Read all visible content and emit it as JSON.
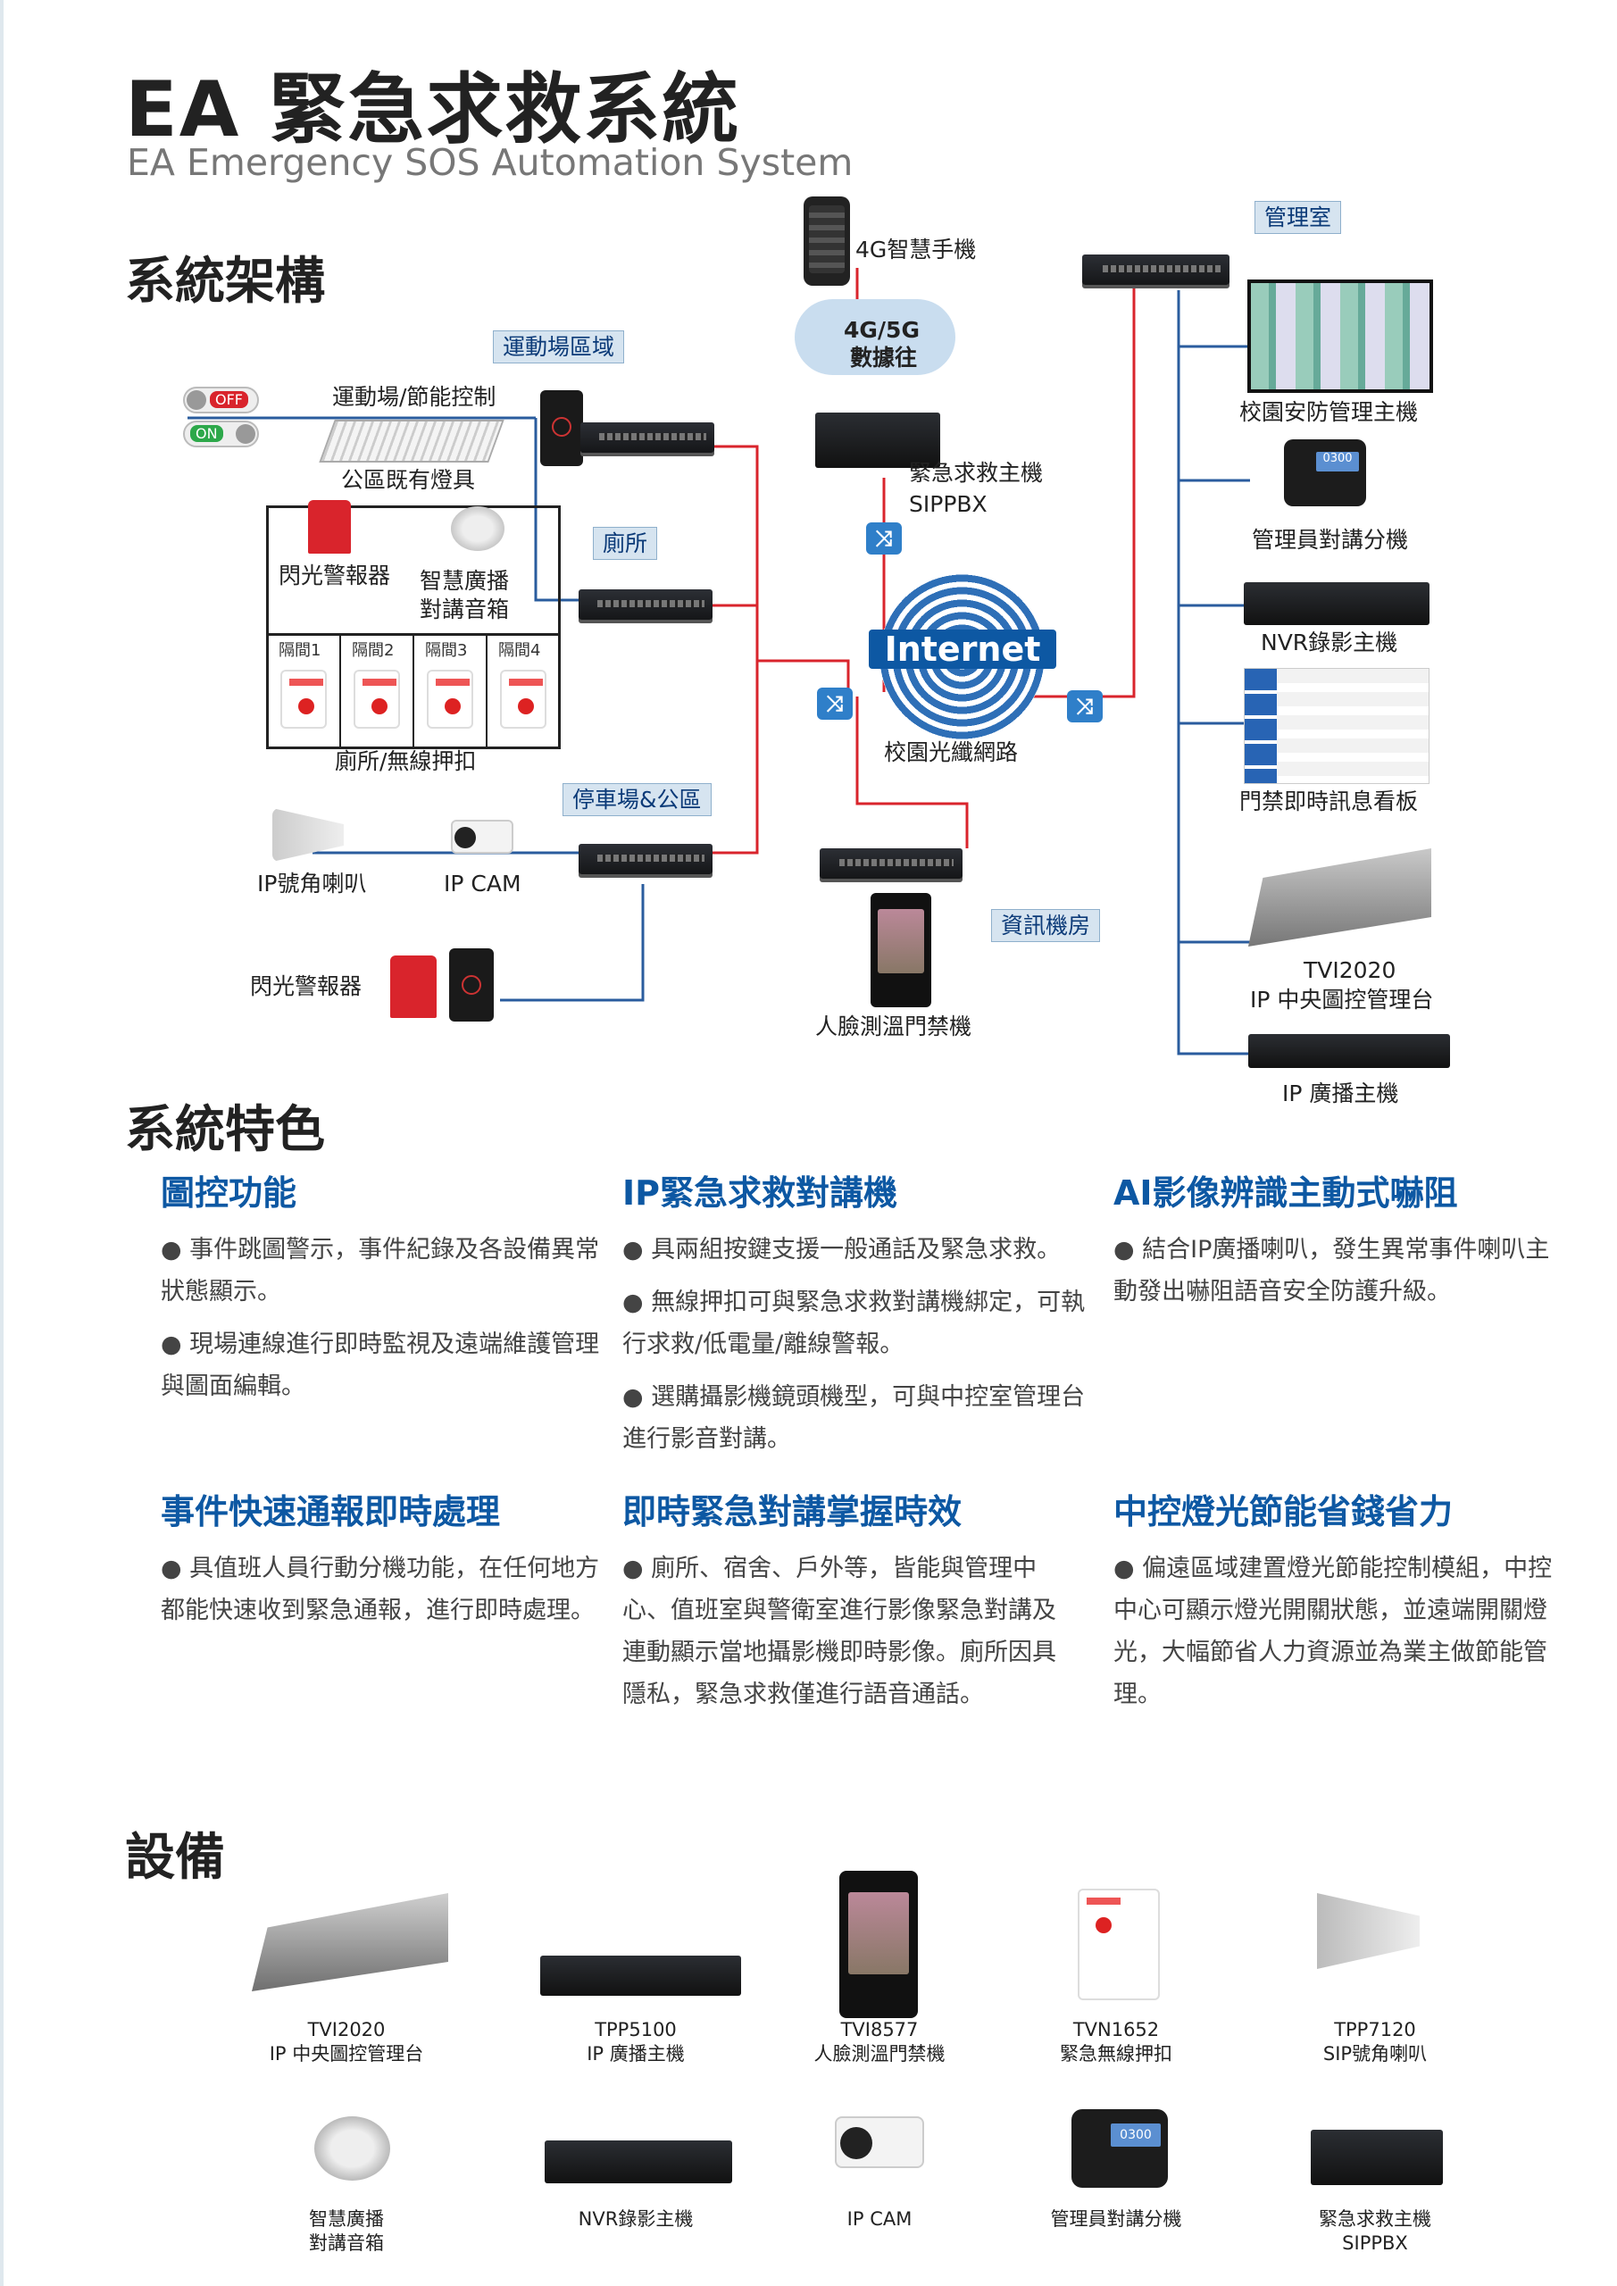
{
  "header": {
    "title": "EA 緊急求救系統",
    "subtitle": "EA Emergency SOS Automation System"
  },
  "sections": {
    "architecture": "系統架構",
    "features": "系統特色",
    "equipment": "設備"
  },
  "diagram": {
    "areas": {
      "sports": "運動場區域",
      "toilet": "廁所",
      "parking": "停車場&公區",
      "mgmt": "管理室",
      "it": "資訊機房"
    },
    "switch_off": "OFF",
    "switch_on": "ON",
    "labels": {
      "sports_control": "運動場/節能控制",
      "lights": "公區既有燈具",
      "strobe": "閃光警報器",
      "smart_speaker_1": "智慧廣播",
      "smart_speaker_2": "對講音箱",
      "rooms": [
        "隔間1",
        "隔間2",
        "隔間3",
        "隔間4"
      ],
      "toilet_button": "廁所/無線押扣",
      "horn": "IP號角喇叭",
      "ipcam": "IP CAM",
      "strobe2": "閃光警報器",
      "phone": "4G智慧手機",
      "cloud_1": "4G/5G",
      "cloud_2": "數據往",
      "pbx_1": "緊急求救主機",
      "pbx_2": "SIPPBX",
      "internet": "Internet",
      "campus_net": "校園光纖網路",
      "face": "人臉測溫門禁機",
      "campus_host": "校園安防管理主機",
      "intercom": "管理員對講分機",
      "nvr": "NVR錄影主機",
      "board": "門禁即時訊息看板",
      "tvi_1": "TVI2020",
      "tvi_2": "IP 中央圖控管理台",
      "broadcast": "IP 廣播主機"
    }
  },
  "features": [
    {
      "title": "圖控功能",
      "items": [
        "事件跳圖警示，事件紀錄及各設備異常狀態顯示。",
        "現場連線進行即時監視及遠端維護管理與圖面編輯。"
      ]
    },
    {
      "title": "IP緊急求救對講機",
      "items": [
        "具兩組按鍵支援一般通話及緊急求救。",
        "無線押扣可與緊急求救對講機綁定，可執行求救/低電量/離線警報。",
        "選購攝影機鏡頭機型，可與中控室管理台進行影音對講。"
      ]
    },
    {
      "title": "AI影像辨識主動式嚇阻",
      "items": [
        "結合IP廣播喇叭，發生異常事件喇叭主動發出嚇阻語音安全防護升級。"
      ]
    },
    {
      "title": "事件快速通報即時處理",
      "items": [
        "具值班人員行動分機功能，在任何地方都能快速收到緊急通報，進行即時處理。"
      ]
    },
    {
      "title": "即時緊急對講掌握時效",
      "items": [
        "廁所、宿舍、戶外等，皆能與管理中心、值班室與警衛室進行影像緊急對講及連動顯示當地攝影機即時影像。廁所因具隱私，緊急求救僅進行語音通話。"
      ]
    },
    {
      "title": "中控燈光節能省錢省力",
      "items": [
        "偏遠區域建置燈光節能控制模組，中控中心可顯示燈光開關狀態，並遠端開關燈光，大幅節省人力資源並為業主做節能管理。"
      ]
    }
  ],
  "equipment": [
    {
      "model": "TVI2020",
      "name": "IP 中央圖控管理台"
    },
    {
      "model": "TPP5100",
      "name": "IP 廣播主機"
    },
    {
      "model": "TVI8577",
      "name": "人臉測溫門禁機"
    },
    {
      "model": "TVN1652",
      "name": "緊急無線押扣"
    },
    {
      "model": "TPP7120",
      "name": "SIP號角喇叭"
    },
    {
      "model": "智慧廣播",
      "name": "對講音箱"
    },
    {
      "model": "NVR錄影主機",
      "name": ""
    },
    {
      "model": "IP CAM",
      "name": ""
    },
    {
      "model": "管理員對講分機",
      "name": ""
    },
    {
      "model": "緊急求救主機",
      "name": "SIPPBX"
    }
  ],
  "colors": {
    "accent": "#0d58a3",
    "red_line": "#d9242c",
    "blue_line": "#2a5c9e",
    "area_bg": "#d6e4f0"
  }
}
